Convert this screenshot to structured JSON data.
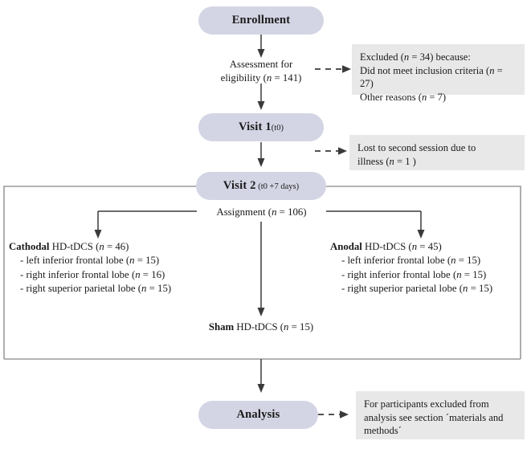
{
  "diagram": {
    "title": "CONSORT participant flow diagram",
    "colors": {
      "stage_fill": "#d4d5e4",
      "note_fill": "#e8e8e8",
      "line": "#3a3a3a",
      "bracket_line": "#9a9a9a",
      "text": "#1a1a1a"
    }
  },
  "nodes": {
    "enrollment": {
      "label": "Enrollment"
    },
    "assessment": {
      "line1": "Assessment for",
      "line2_prefix": "eligibility (",
      "line2_n": "n",
      "line2_suffix": " = 141)"
    },
    "excluded_note": {
      "line1_prefix": "Excluded (",
      "line1_n": "n",
      "line1_suffix": " = 34) because:",
      "line2_prefix": "Did not meet inclusion criteria (",
      "line2_n": "n",
      "line2_suffix": " = 27)",
      "line3_prefix": "Other reasons (",
      "line3_n": "n",
      "line3_suffix": " = 7)"
    },
    "visit1": {
      "label": "Visit 1",
      "sub": "(t0)"
    },
    "lost_note": {
      "line1": "Lost to second session due to",
      "line2_prefix": "illness (",
      "line2_n": "n",
      "line2_suffix": " = 1 )"
    },
    "visit2": {
      "label": "Visit 2",
      "sub": "(t0 +7 days)"
    },
    "assignment": {
      "prefix": "Assignment (",
      "n": "n",
      "suffix": " = 106)"
    },
    "cathodal": {
      "head_bold": "Cathodal",
      "head_rest_prefix": " HD-tDCS (",
      "head_n": "n",
      "head_rest_suffix": " = 46)",
      "items": [
        {
          "text_prefix": "- left inferior frontal lobe (",
          "n": "n",
          "text_suffix": " = 15)"
        },
        {
          "text_prefix": "- right inferior frontal lobe (",
          "n": "n",
          "text_suffix": " = 16)"
        },
        {
          "text_prefix": "- right superior parietal lobe (",
          "n": "n",
          "text_suffix": " = 15)"
        }
      ]
    },
    "anodal": {
      "head_bold": "Anodal",
      "head_rest_prefix": " HD-tDCS (",
      "head_n": "n",
      "head_rest_suffix": " = 45)",
      "items": [
        {
          "text_prefix": "- left inferior frontal lobe (",
          "n": "n",
          "text_suffix": " = 15)"
        },
        {
          "text_prefix": "- right inferior frontal lobe (",
          "n": "n",
          "text_suffix": " = 15)"
        },
        {
          "text_prefix": "- right superior parietal lobe (",
          "n": "n",
          "text_suffix": " = 15)"
        }
      ]
    },
    "sham": {
      "head_bold": "Sham",
      "head_rest_prefix": " HD-tDCS (",
      "head_n": "n",
      "head_rest_suffix": " = 15)"
    },
    "analysis": {
      "label": "Analysis"
    },
    "analysis_note": {
      "line1": "For participants excluded from",
      "line2": "analysis see section ´materials and",
      "line3": "methods´"
    }
  }
}
